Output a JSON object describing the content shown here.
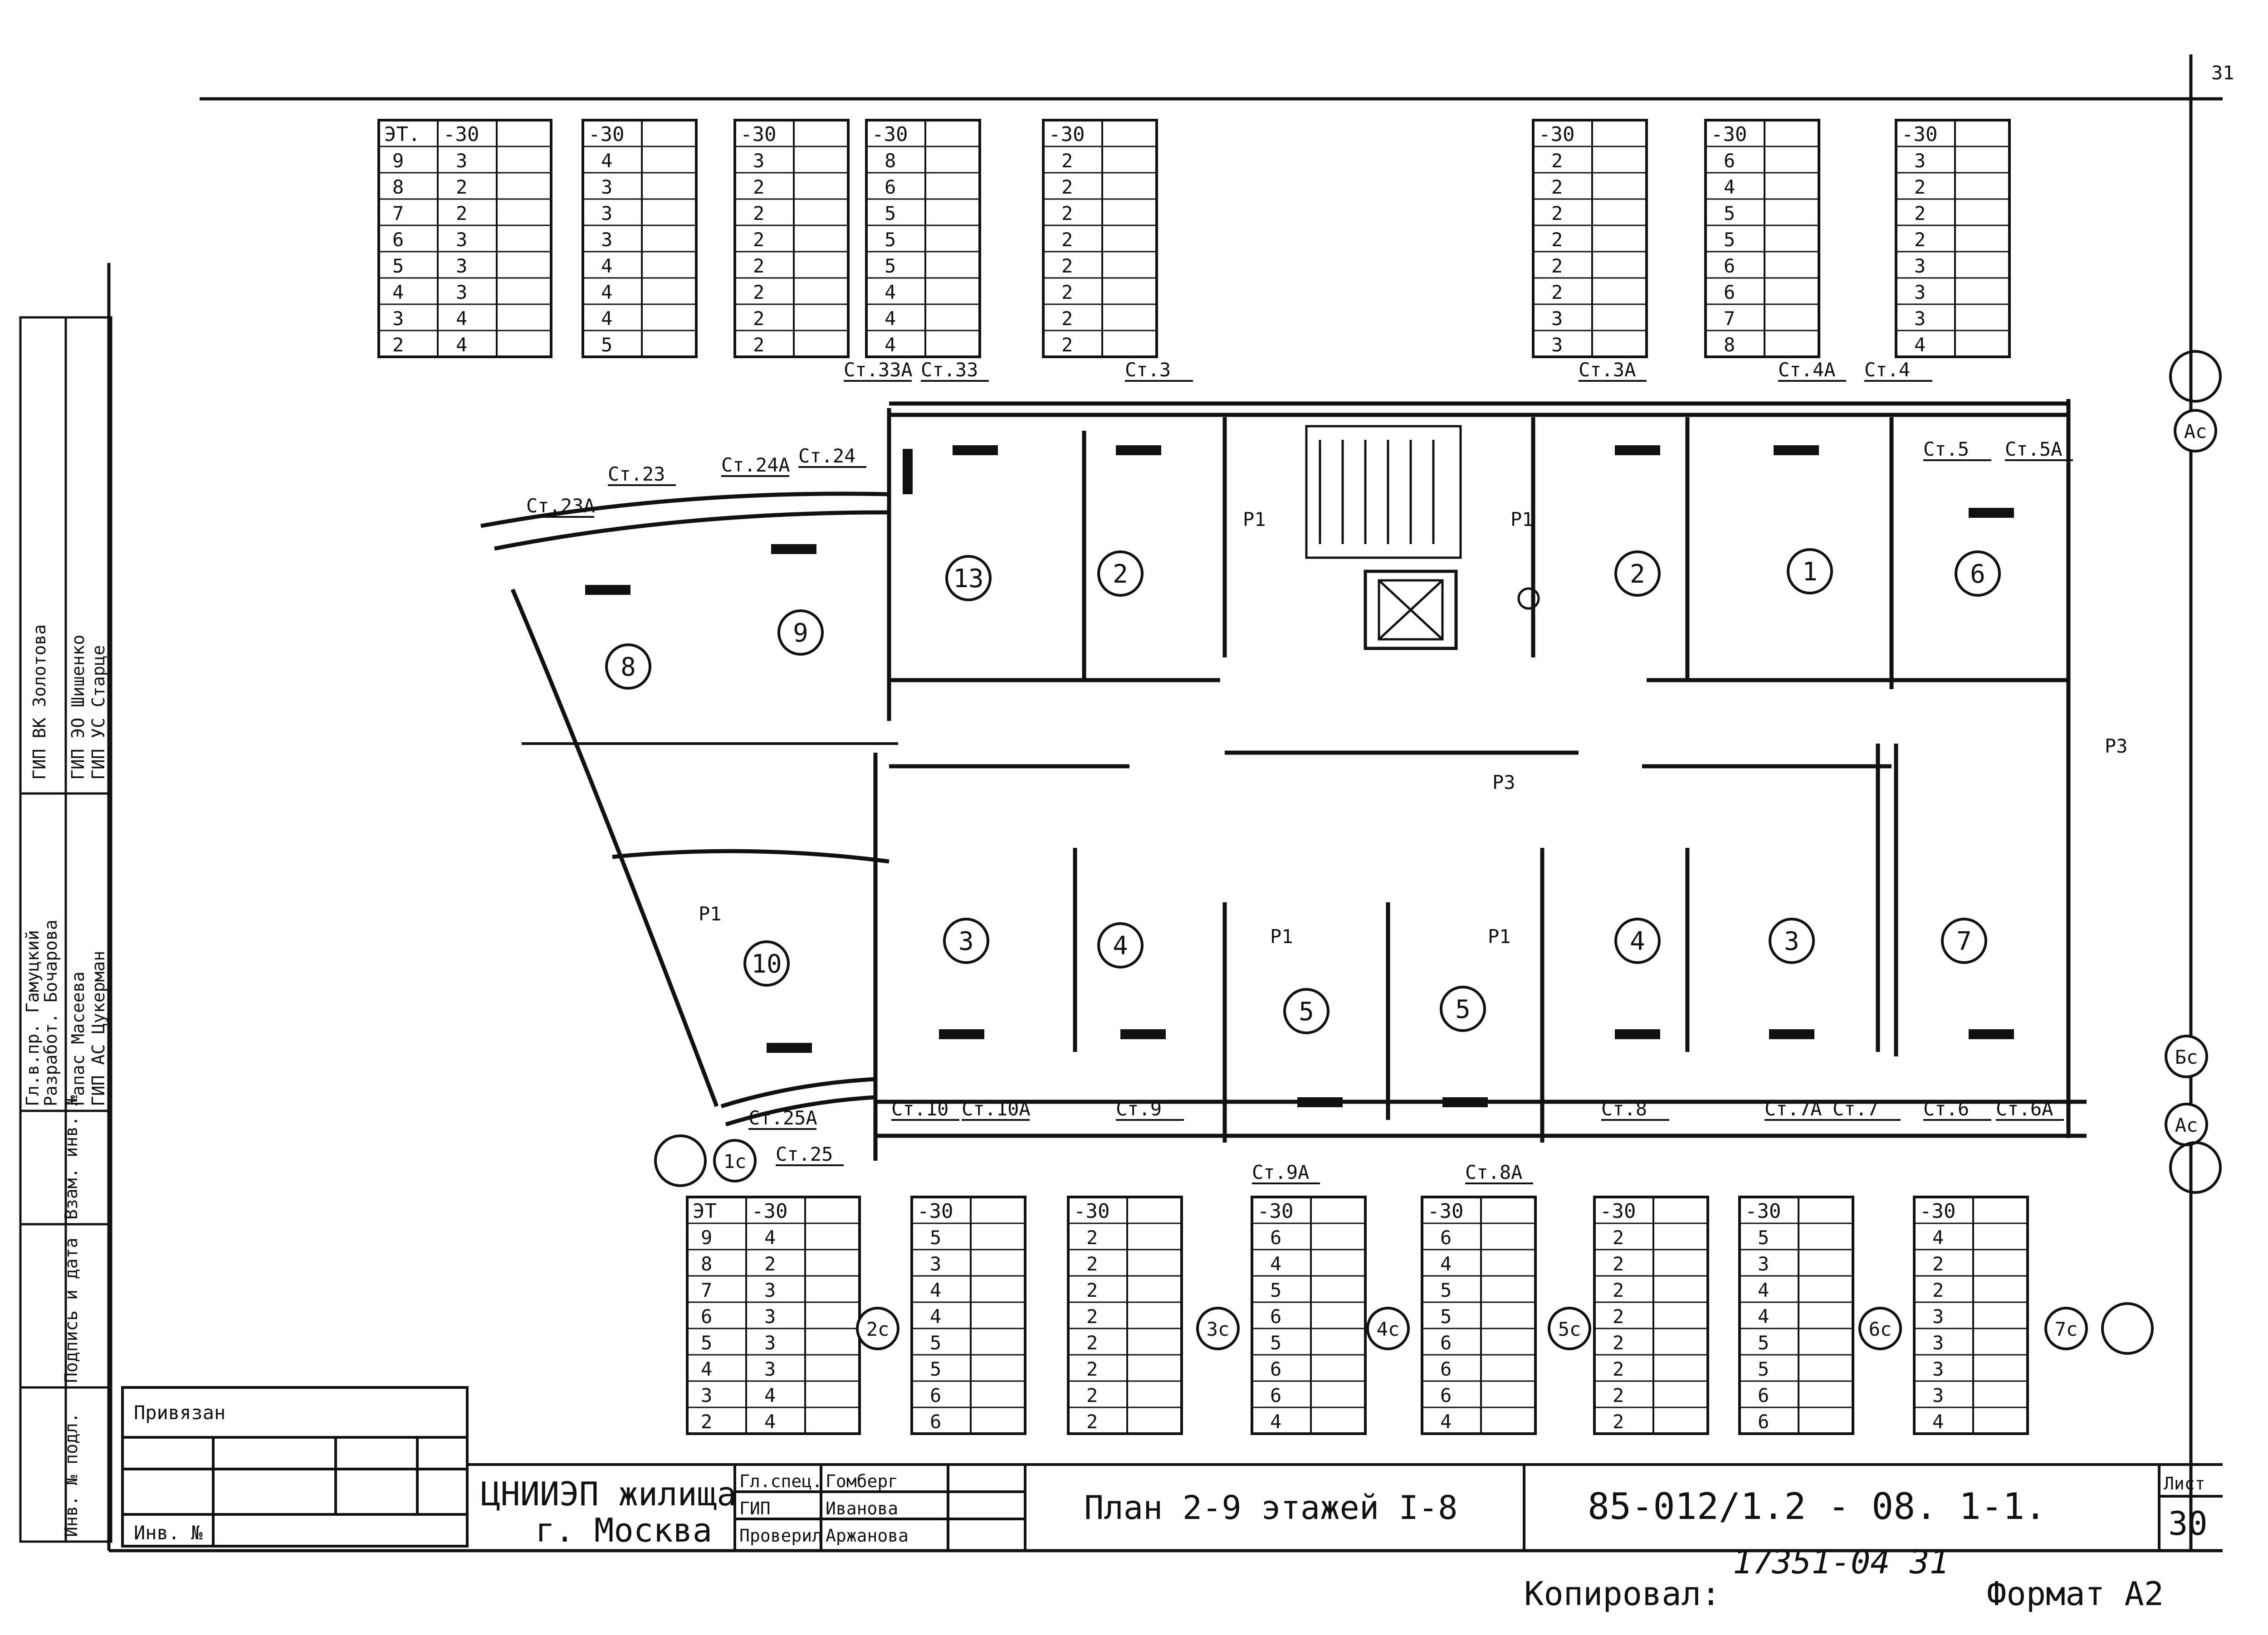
{
  "sheet_number_corner": "31",
  "header_value": "-30",
  "floor_col_label": "ЭТ.",
  "floor_col_label_bottom": "ЭТ",
  "top_tables": [
    {
      "id": "t1",
      "show_floors": true,
      "floors": [
        "9",
        "8",
        "7",
        "6",
        "5",
        "4",
        "3",
        "2"
      ],
      "values": [
        "3",
        "2",
        "2",
        "3",
        "3",
        "3",
        "4",
        "4"
      ]
    },
    {
      "id": "t2",
      "values": [
        "4",
        "3",
        "3",
        "3",
        "4",
        "4",
        "4",
        "5"
      ]
    },
    {
      "id": "t3",
      "values": [
        "3",
        "2",
        "2",
        "2",
        "2",
        "2",
        "2",
        "2"
      ]
    },
    {
      "id": "t4",
      "values": [
        "8",
        "6",
        "5",
        "5",
        "5",
        "4",
        "4",
        "4"
      ]
    },
    {
      "id": "t5",
      "values": [
        "2",
        "2",
        "2",
        "2",
        "2",
        "2",
        "2",
        "2"
      ]
    },
    {
      "id": "t6",
      "values": [
        "2",
        "2",
        "2",
        "2",
        "2",
        "2",
        "3",
        "3"
      ]
    },
    {
      "id": "t7",
      "values": [
        "6",
        "4",
        "5",
        "5",
        "6",
        "6",
        "7",
        "8"
      ]
    },
    {
      "id": "t8",
      "values": [
        "3",
        "2",
        "2",
        "2",
        "3",
        "3",
        "3",
        "4"
      ]
    }
  ],
  "bottom_tables": [
    {
      "id": "b1",
      "show_floors": true,
      "floors": [
        "9",
        "8",
        "7",
        "6",
        "5",
        "4",
        "3",
        "2"
      ],
      "values": [
        "4",
        "2",
        "3",
        "3",
        "3",
        "3",
        "4",
        "4"
      ]
    },
    {
      "id": "b2",
      "values": [
        "5",
        "3",
        "4",
        "4",
        "5",
        "5",
        "6",
        "6"
      ]
    },
    {
      "id": "b3",
      "values": [
        "2",
        "2",
        "2",
        "2",
        "2",
        "2",
        "2",
        "2"
      ]
    },
    {
      "id": "b4",
      "values": [
        "6",
        "4",
        "5",
        "6",
        "5",
        "6",
        "6",
        "4"
      ]
    },
    {
      "id": "b5",
      "values": [
        "6",
        "4",
        "5",
        "5",
        "6",
        "6",
        "6",
        "4"
      ]
    },
    {
      "id": "b6",
      "values": [
        "2",
        "2",
        "2",
        "2",
        "2",
        "2",
        "2",
        "2"
      ]
    },
    {
      "id": "b7",
      "values": [
        "5",
        "3",
        "4",
        "4",
        "5",
        "5",
        "6",
        "6"
      ]
    },
    {
      "id": "b8",
      "values": [
        "4",
        "2",
        "2",
        "3",
        "3",
        "3",
        "3",
        "4"
      ]
    }
  ],
  "riser_labels": [
    "Ст.33А",
    "Ст.33",
    "Ст.3",
    "Ст.3А",
    "Ст.4А",
    "Ст.4",
    "Ст.5",
    "Ст.5А",
    "Ст.23А",
    "Ст.23",
    "Ст.24А",
    "Ст.24",
    "Ст.25А",
    "Ст.25",
    "Ст.10",
    "Ст.10А",
    "Ст.9",
    "Ст.9А",
    "Ст.8А",
    "Ст.8",
    "Ст.7А",
    "Ст.7",
    "Ст.6",
    "Ст.6А"
  ],
  "room_numbers": [
    "13",
    "2",
    "2",
    "1",
    "6",
    "9",
    "8",
    "10",
    "3",
    "4",
    "5",
    "5",
    "4",
    "3",
    "7"
  ],
  "riser_group_labels": [
    "Р1",
    "Р1",
    "Р1",
    "Р1",
    "Р1",
    "Р3",
    "Р3"
  ],
  "axis_labels": [
    "Ас",
    "Бс",
    "Ас",
    "1с",
    "2с",
    "3с",
    "4с",
    "5с",
    "6с",
    "7с"
  ],
  "stamp": {
    "attached_label": "Привязан",
    "inv_label": "Инв. №",
    "org_name": "ЦНИИЭП жилища",
    "org_city": "г. Москва",
    "roles": [
      "Гл.спец.",
      "ГИП",
      "Проверил"
    ],
    "names": [
      "Гомберг",
      "Иванова",
      "Аржанова"
    ],
    "drawing_title": "План 2-9 этажей  I-8",
    "drawing_code": "85-012/1.2 - 08.  1-1.",
    "sheet_label": "Лист",
    "sheet_number": "30",
    "footer_handwritten": "17351-04   31",
    "footer_copy": "Копировал:",
    "footer_format": "Формат А2"
  },
  "side_stamp": {
    "rows": [
      "Гл.в.пр. Гамуцкий",
      "Разработ. Бочарова",
      "Гапас Масеева",
      "ГИП АС Цукерман"
    ],
    "rows_upper": [
      "ГИП ВК Золотова",
      "ГИП ЭО Шишенко",
      "ГИП УС Старце"
    ],
    "vertical_labels": [
      "Взам. инв. №",
      "Подпись и дата",
      "Инв. № подл."
    ]
  }
}
